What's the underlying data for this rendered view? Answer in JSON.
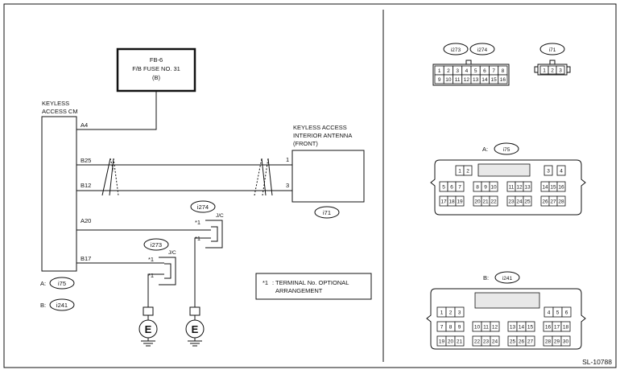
{
  "figure_id": "SL-10788",
  "fuse": {
    "line1": "FB-6",
    "line2": "F/B FUSE NO. 31",
    "line3": "(B)"
  },
  "module": {
    "name_line1": "KEYLESS",
    "name_line2": "ACCESS CM",
    "pins": [
      "A4",
      "B25",
      "B12",
      "A20",
      "B17"
    ],
    "connector_refs": [
      {
        "label": "A:",
        "connector": "i75"
      },
      {
        "label": "B:",
        "connector": "i241"
      }
    ]
  },
  "antenna": {
    "line1": "KEYLESS ACCESS",
    "line2": "INTERIOR ANTENNA",
    "line3": "(FRONT)",
    "pin_top": "1",
    "pin_bottom": "3",
    "connector": "i71"
  },
  "joints": [
    {
      "connector": "i274",
      "type": "J/C",
      "mark": "*1"
    },
    {
      "connector": "i273",
      "type": "J/C",
      "mark": "*1"
    }
  ],
  "ground_symbol": "E",
  "note": {
    "mark": "*1",
    "line1": ": TERMINAL No. OPTIONAL",
    "line2": "ARRANGEMENT"
  },
  "connector_views": {
    "jc": {
      "labels": [
        "i273",
        "i274"
      ],
      "row1": [
        "1",
        "2",
        "3",
        "4",
        "5",
        "6",
        "7",
        "8"
      ],
      "row2": [
        "9",
        "10",
        "11",
        "12",
        "13",
        "14",
        "15",
        "16"
      ]
    },
    "i71": {
      "label": "i71",
      "pins": [
        "1",
        "2",
        "3"
      ]
    },
    "i75": {
      "prefix": "A:",
      "label": "i75",
      "row1": [
        "1",
        "2",
        "3",
        "4"
      ],
      "row2": [
        "5",
        "6",
        "7",
        "8",
        "9",
        "10",
        "11",
        "12",
        "13",
        "14",
        "15",
        "16"
      ],
      "row3": [
        "17",
        "18",
        "19",
        "20",
        "21",
        "22",
        "23",
        "24",
        "25",
        "26",
        "27",
        "28"
      ]
    },
    "i241": {
      "prefix": "B:",
      "label": "i241",
      "row1": [
        "1",
        "2",
        "3",
        "4",
        "5",
        "6"
      ],
      "row2": [
        "7",
        "8",
        "9",
        "10",
        "11",
        "12",
        "13",
        "14",
        "15",
        "16",
        "17",
        "18"
      ],
      "row3": [
        "19",
        "20",
        "21",
        "22",
        "23",
        "24",
        "25",
        "26",
        "27",
        "28",
        "29",
        "30"
      ]
    }
  }
}
